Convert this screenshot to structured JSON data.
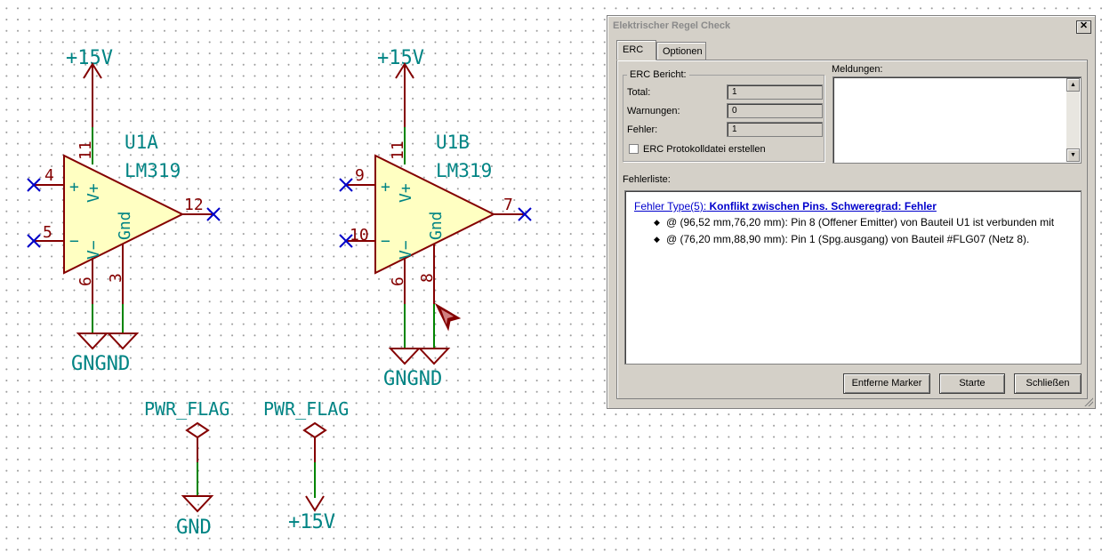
{
  "schematic": {
    "u1a": {
      "ref": "U1A",
      "value": "LM319",
      "power_label": "+15V",
      "gnd_label": "GNGND",
      "pins": {
        "top": "11",
        "noninv": "4",
        "inv": "5",
        "out": "12",
        "bottom_left": "6",
        "bottom_right": "3"
      },
      "sym_plus": "+",
      "sym_minus": "−",
      "sym_vplus": "V+",
      "sym_vminus": "V−",
      "sym_gnd": "Gnd"
    },
    "u1b": {
      "ref": "U1B",
      "value": "LM319",
      "power_label": "+15V",
      "gnd_label": "GNGND",
      "pins": {
        "top": "11",
        "noninv": "9",
        "inv": "10",
        "out": "7",
        "bottom_left": "6",
        "bottom_right": "8"
      },
      "sym_plus": "+",
      "sym_minus": "−",
      "sym_vplus": "V+",
      "sym_vminus": "V−",
      "sym_gnd": "Gnd"
    },
    "flag1": {
      "label": "PWR_FLAG",
      "net_label": "GND"
    },
    "flag2": {
      "label": "PWR_FLAG",
      "net_label": "+15V"
    },
    "colors": {
      "wire": "#840000",
      "net": "#008484",
      "body": "#ffffc2",
      "green": "#008400",
      "noconnect": "#0000c8"
    }
  },
  "dialog": {
    "title": "Elektrischer Regel Check",
    "close_glyph": "✕",
    "tabs": [
      {
        "label": "ERC"
      },
      {
        "label": "Optionen"
      }
    ],
    "report": {
      "group_label": "ERC Bericht:",
      "total_label": "Total:",
      "total_value": "1",
      "warnings_label": "Warnungen:",
      "warnings_value": "0",
      "errors_label": "Fehler:",
      "errors_value": "1",
      "checkbox_label": "ERC Protokolldatei erstellen"
    },
    "messages_label": "Meldungen:",
    "error_list": {
      "label": "Fehlerliste:",
      "header_prefix": "Fehler Type(5):",
      "header_text": "Konflikt zwischen Pins. Schweregrad: Fehler",
      "items": [
        "@ (96,52 mm,76,20 mm): Pin 8 (Offener Emitter) von Bauteil U1 ist verbunden mit",
        "@ (76,20 mm,88,90 mm): Pin 1 (Spg.ausgang) von Bauteil #FLG07 (Netz 8)."
      ]
    },
    "buttons": {
      "remove_markers": "Entferne Marker",
      "start": "Starte",
      "close": "Schließen"
    }
  }
}
